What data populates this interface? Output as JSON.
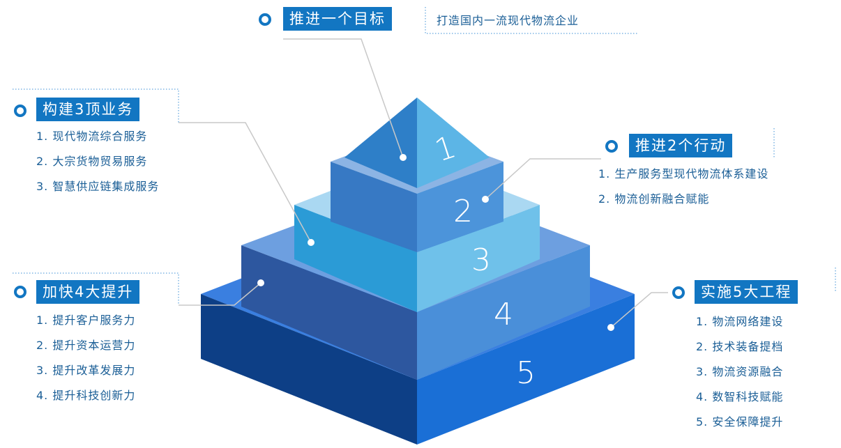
{
  "pyramid": {
    "tiers": [
      "1",
      "2",
      "3",
      "4",
      "5"
    ],
    "colors": {
      "accent": "#1276c2",
      "tier1": "#3b8fd6",
      "tier2": "#5aa3de",
      "tier3": "#86c6ea",
      "tier4": "#2e5aa8",
      "tier5": "#1f6cc9"
    }
  },
  "goal": {
    "title": "推进一个目标",
    "subtitle": "打造国内一流现代物流企业"
  },
  "business": {
    "title": "构建3顶业务",
    "items": [
      "1. 现代物流综合服务",
      "2. 大宗货物贸易服务",
      "3. 智慧供应链集成服务"
    ]
  },
  "actions": {
    "title": "推进2个行动",
    "items": [
      "1. 生产服务型现代物流体系建设",
      "2. 物流创新融合赋能"
    ]
  },
  "improve": {
    "title": "加快4大提升",
    "items": [
      "1. 提升客户服务力",
      "2. 提升资本运营力",
      "3. 提升改革发展力",
      "4. 提升科技创新力"
    ]
  },
  "projects": {
    "title": "实施5大工程",
    "items": [
      "1. 物流网络建设",
      "2. 技术装备提档",
      "3. 物流资源融合",
      "4. 数智科技赋能",
      "5. 安全保障提升"
    ]
  }
}
